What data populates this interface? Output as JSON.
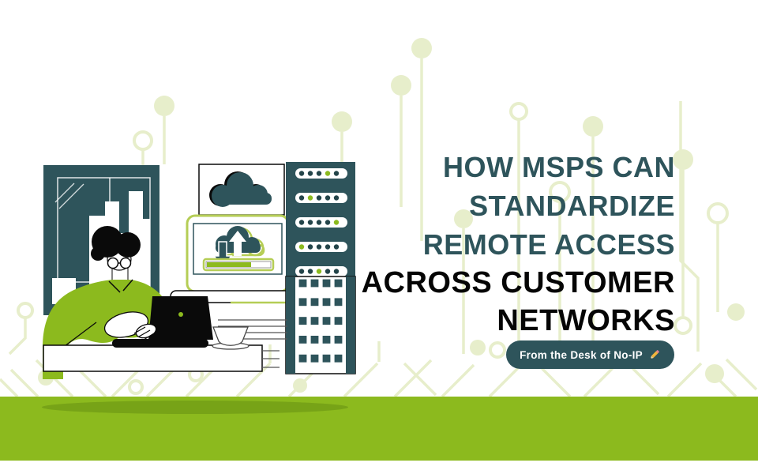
{
  "page": {
    "type": "blog-header-banner"
  },
  "title": {
    "teal_lines": [
      "HOW MSPS CAN",
      "STANDARDIZE",
      "REMOTE ACCESS"
    ],
    "black_lines": [
      "ACROSS CUSTOMER",
      "NETWORKS"
    ]
  },
  "badge": {
    "label": "From the Desk of No-IP",
    "icon": "pencil-icon"
  },
  "colors": {
    "teal": "#2e545b",
    "green": "#8cba1e",
    "band_shadow": "#77a317",
    "circuit_green": "#e7eecb",
    "lime_accent": "#b5cd55",
    "badge_bg": "#2e545b",
    "led_dark": "#234449",
    "black": "#0a0a0a"
  },
  "illustration": {
    "alt": "Person in green shirt working on laptop in front of server racks with cloud upload screen",
    "server_leds": {
      "rows": 5,
      "dots_per_row": 5,
      "green_dot_positions": [
        4,
        2,
        5,
        1,
        3
      ]
    },
    "server_vents": {
      "rows": 5,
      "cols": 4
    },
    "upload_progress_percent": 70
  }
}
